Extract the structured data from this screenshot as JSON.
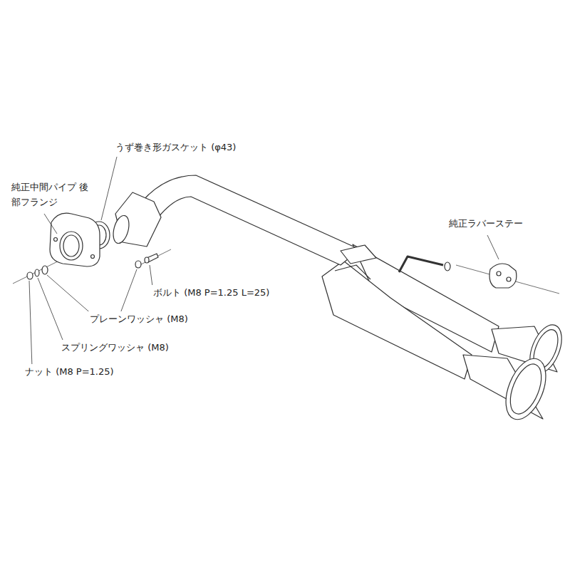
{
  "diagram": {
    "labels": [
      "うず巻き形ガスケット (φ43)",
      "純正中間パイプ 後部フランジ",
      "純正ラバーステー",
      "ボルト (M8 P=1.25 L=25)",
      "プレーンワッシャ (M8)",
      "スプリングワッシャ (M8)",
      "ナット (M8 P=1.25)"
    ]
  }
}
